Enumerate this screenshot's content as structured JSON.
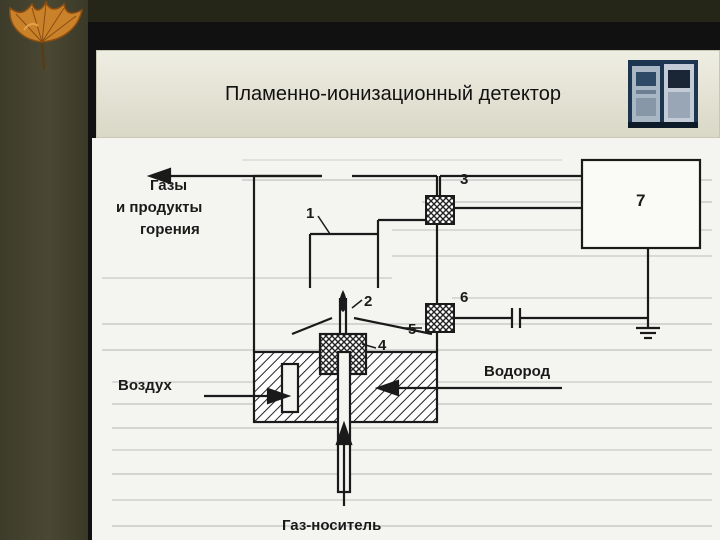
{
  "slide": {
    "title": "Пламенно-ионизационный детектор"
  },
  "diagram": {
    "labels": {
      "gases_line1": "Газы",
      "gases_line2": "и продукты",
      "gases_line3": "горения",
      "air": "Воздух",
      "hydrogen": "Водород",
      "carrier_gas": "Газ-носитель",
      "n1": "1",
      "n2": "2",
      "n3": "3",
      "n4": "4",
      "n5": "5",
      "n6": "6",
      "n7": "7"
    }
  },
  "colors": {
    "background": "#2a2a1c",
    "olive_strip": "#4a4833",
    "title_bar": "#e6e4d6",
    "scan_paper": "#f4f4f1",
    "ink": "#1a1a1a"
  }
}
